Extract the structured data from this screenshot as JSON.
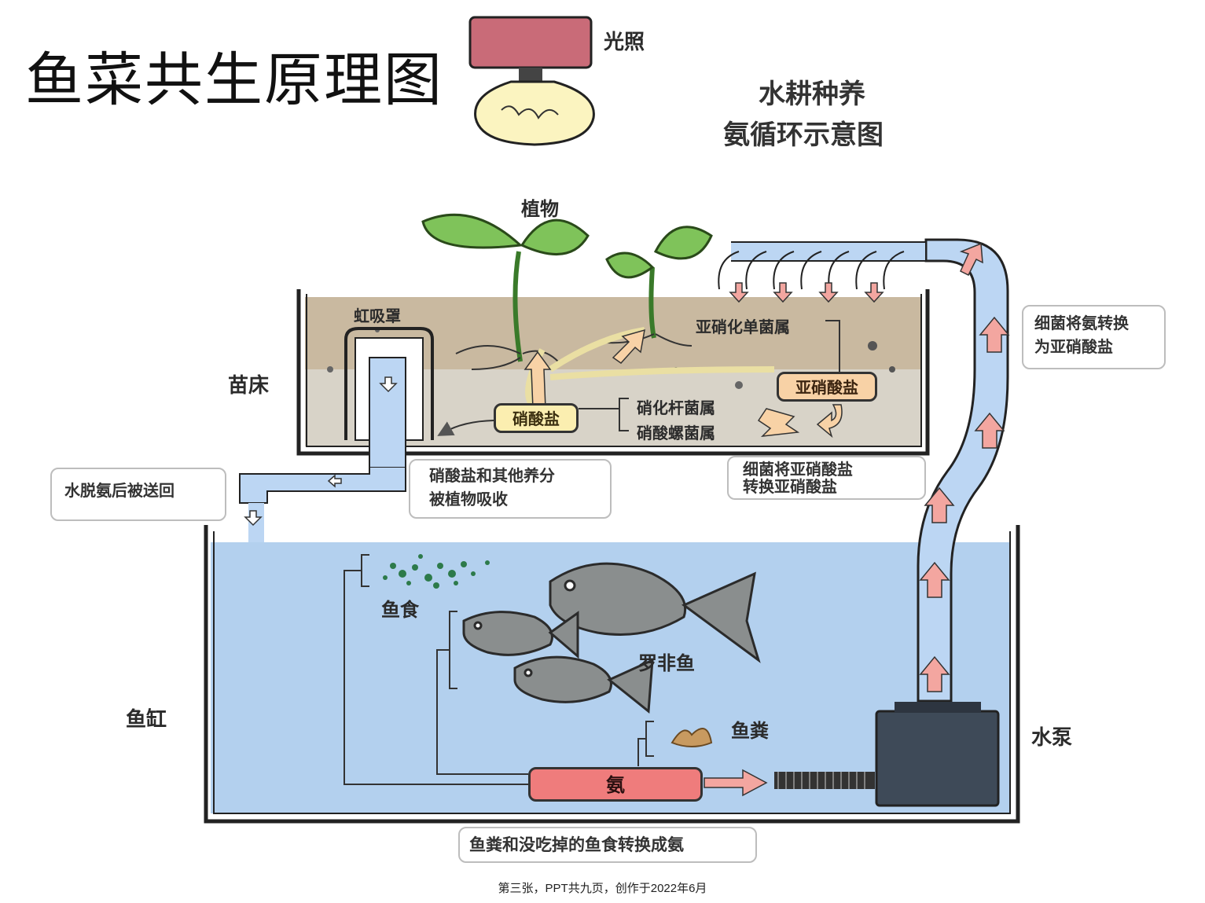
{
  "page_title": "鱼菜共生原理图",
  "diagram_title": {
    "line1": "水耕种养",
    "line2": "氨循环示意图"
  },
  "labels": {
    "light": "光照",
    "plant": "植物",
    "siphon": "虹吸罩",
    "seedbed": "苗床",
    "nitrosomonas": "亚硝化单菌属",
    "nitrite": "亚硝酸盐",
    "nitrobacter": "硝化杆菌属",
    "nitrospira": "硝酸螺菌属",
    "nitrate": "硝酸盐",
    "fish_food": "鱼食",
    "tilapia": "罗非鱼",
    "fish_tank": "鱼缸",
    "fish_waste": "鱼粪",
    "ammonia": "氨",
    "pump": "水泵"
  },
  "callouts": {
    "bacteria_ammonia_line1": "细菌将氨转换",
    "bacteria_ammonia_line2": "为亚硝酸盐",
    "bacteria_nitrite_line1": "细菌将亚硝酸盐",
    "bacteria_nitrite_line2": "转换亚硝酸盐",
    "absorb_line1": "硝酸盐和其他养分",
    "absorb_line2": "被植物吸收",
    "water_return": "水脱氨后被送回",
    "waste_to_ammonia": "鱼粪和没吃掉的鱼食转换成氨"
  },
  "footer": "第三张，PPT共九页，创作于2022年6月",
  "colors": {
    "water": "#b3d0ee",
    "pipe": "#bcd6f3",
    "soil": "#c9b9a0",
    "leaf": "#7fc35a",
    "nitrate_fill": "#fbeeb0",
    "nitrite_fill": "#f8d2a6",
    "ammonia_fill": "#ef7c7c",
    "arrow_red": "#f3a6a0",
    "lamp_shade": "#c96b78"
  }
}
